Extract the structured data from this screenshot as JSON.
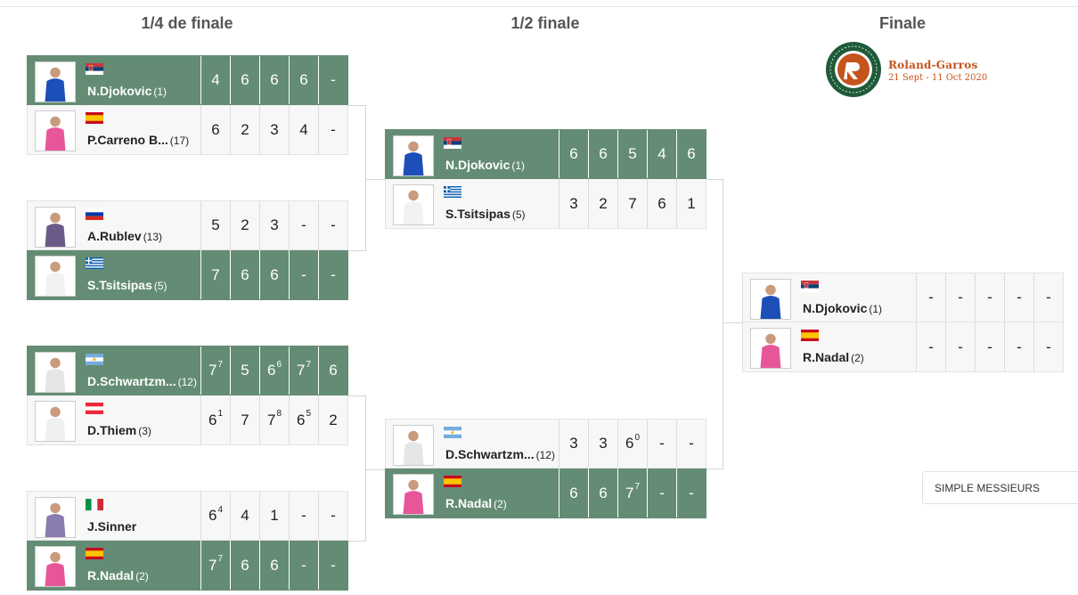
{
  "rounds": {
    "quarter": "1/4 de finale",
    "semi": "1/2 finale",
    "final": "Finale"
  },
  "tournament": {
    "name": "Roland-Garros",
    "dates": "21 Sept - 11 Oct 2020"
  },
  "filter": {
    "label": "SIMPLE MESSIEURS"
  },
  "colors": {
    "winner_row": "#648c74",
    "loser_row": "#f7f7f7",
    "brand": "#c4541c",
    "logo_green": "#1f5b3a"
  },
  "matches": [
    {
      "players": [
        {
          "name": "N.Djokovic",
          "seed": "(1)",
          "flag": "serbia",
          "winner": true,
          "scores": [
            "4",
            "6",
            "6",
            "6",
            "-"
          ],
          "tb": [
            "",
            "",
            "",
            "",
            ""
          ]
        },
        {
          "name": "P.Carreno B...",
          "seed": "(17)",
          "flag": "spain",
          "winner": false,
          "scores": [
            "6",
            "2",
            "3",
            "4",
            "-"
          ],
          "tb": [
            "",
            "",
            "",
            "",
            ""
          ]
        }
      ]
    },
    {
      "players": [
        {
          "name": "A.Rublev",
          "seed": "(13)",
          "flag": "russia",
          "winner": false,
          "scores": [
            "5",
            "2",
            "3",
            "-",
            "-"
          ],
          "tb": [
            "",
            "",
            "",
            "",
            ""
          ]
        },
        {
          "name": "S.Tsitsipas",
          "seed": "(5)",
          "flag": "greece",
          "winner": true,
          "scores": [
            "7",
            "6",
            "6",
            "-",
            "-"
          ],
          "tb": [
            "",
            "",
            "",
            "",
            ""
          ]
        }
      ]
    },
    {
      "players": [
        {
          "name": "D.Schwartzm...",
          "seed": "(12)",
          "flag": "argentina",
          "winner": true,
          "scores": [
            "7",
            "5",
            "6",
            "7",
            "6"
          ],
          "tb": [
            "7",
            "",
            "6",
            "7",
            ""
          ]
        },
        {
          "name": "D.Thiem",
          "seed": "(3)",
          "flag": "austria",
          "winner": false,
          "scores": [
            "6",
            "7",
            "7",
            "6",
            "2"
          ],
          "tb": [
            "1",
            "",
            "8",
            "5",
            ""
          ]
        }
      ]
    },
    {
      "players": [
        {
          "name": "J.Sinner",
          "seed": "",
          "flag": "italy",
          "winner": false,
          "scores": [
            "6",
            "4",
            "1",
            "-",
            "-"
          ],
          "tb": [
            "4",
            "",
            "",
            "",
            ""
          ]
        },
        {
          "name": "R.Nadal",
          "seed": "(2)",
          "flag": "spain",
          "winner": true,
          "scores": [
            "7",
            "6",
            "6",
            "-",
            "-"
          ],
          "tb": [
            "7",
            "",
            "",
            "",
            ""
          ]
        }
      ]
    },
    {
      "players": [
        {
          "name": "N.Djokovic",
          "seed": "(1)",
          "flag": "serbia",
          "winner": true,
          "scores": [
            "6",
            "6",
            "5",
            "4",
            "6"
          ],
          "tb": [
            "",
            "",
            "",
            "",
            ""
          ]
        },
        {
          "name": "S.Tsitsipas",
          "seed": "(5)",
          "flag": "greece",
          "winner": false,
          "scores": [
            "3",
            "2",
            "7",
            "6",
            "1"
          ],
          "tb": [
            "",
            "",
            "",
            "",
            ""
          ]
        }
      ]
    },
    {
      "players": [
        {
          "name": "D.Schwartzm...",
          "seed": "(12)",
          "flag": "argentina",
          "winner": false,
          "scores": [
            "3",
            "3",
            "6",
            "-",
            "-"
          ],
          "tb": [
            "",
            "",
            "0",
            "",
            ""
          ]
        },
        {
          "name": "R.Nadal",
          "seed": "(2)",
          "flag": "spain",
          "winner": true,
          "scores": [
            "6",
            "6",
            "7",
            "-",
            "-"
          ],
          "tb": [
            "",
            "",
            "7",
            "",
            ""
          ]
        }
      ]
    },
    {
      "players": [
        {
          "name": "N.Djokovic",
          "seed": "(1)",
          "flag": "serbia",
          "winner": false,
          "scores": [
            "-",
            "-",
            "-",
            "-",
            "-"
          ],
          "tb": [
            "",
            "",
            "",
            "",
            ""
          ]
        },
        {
          "name": "R.Nadal",
          "seed": "(2)",
          "flag": "spain",
          "winner": false,
          "scores": [
            "-",
            "-",
            "-",
            "-",
            "-"
          ],
          "tb": [
            "",
            "",
            "",
            "",
            ""
          ]
        }
      ]
    }
  ]
}
